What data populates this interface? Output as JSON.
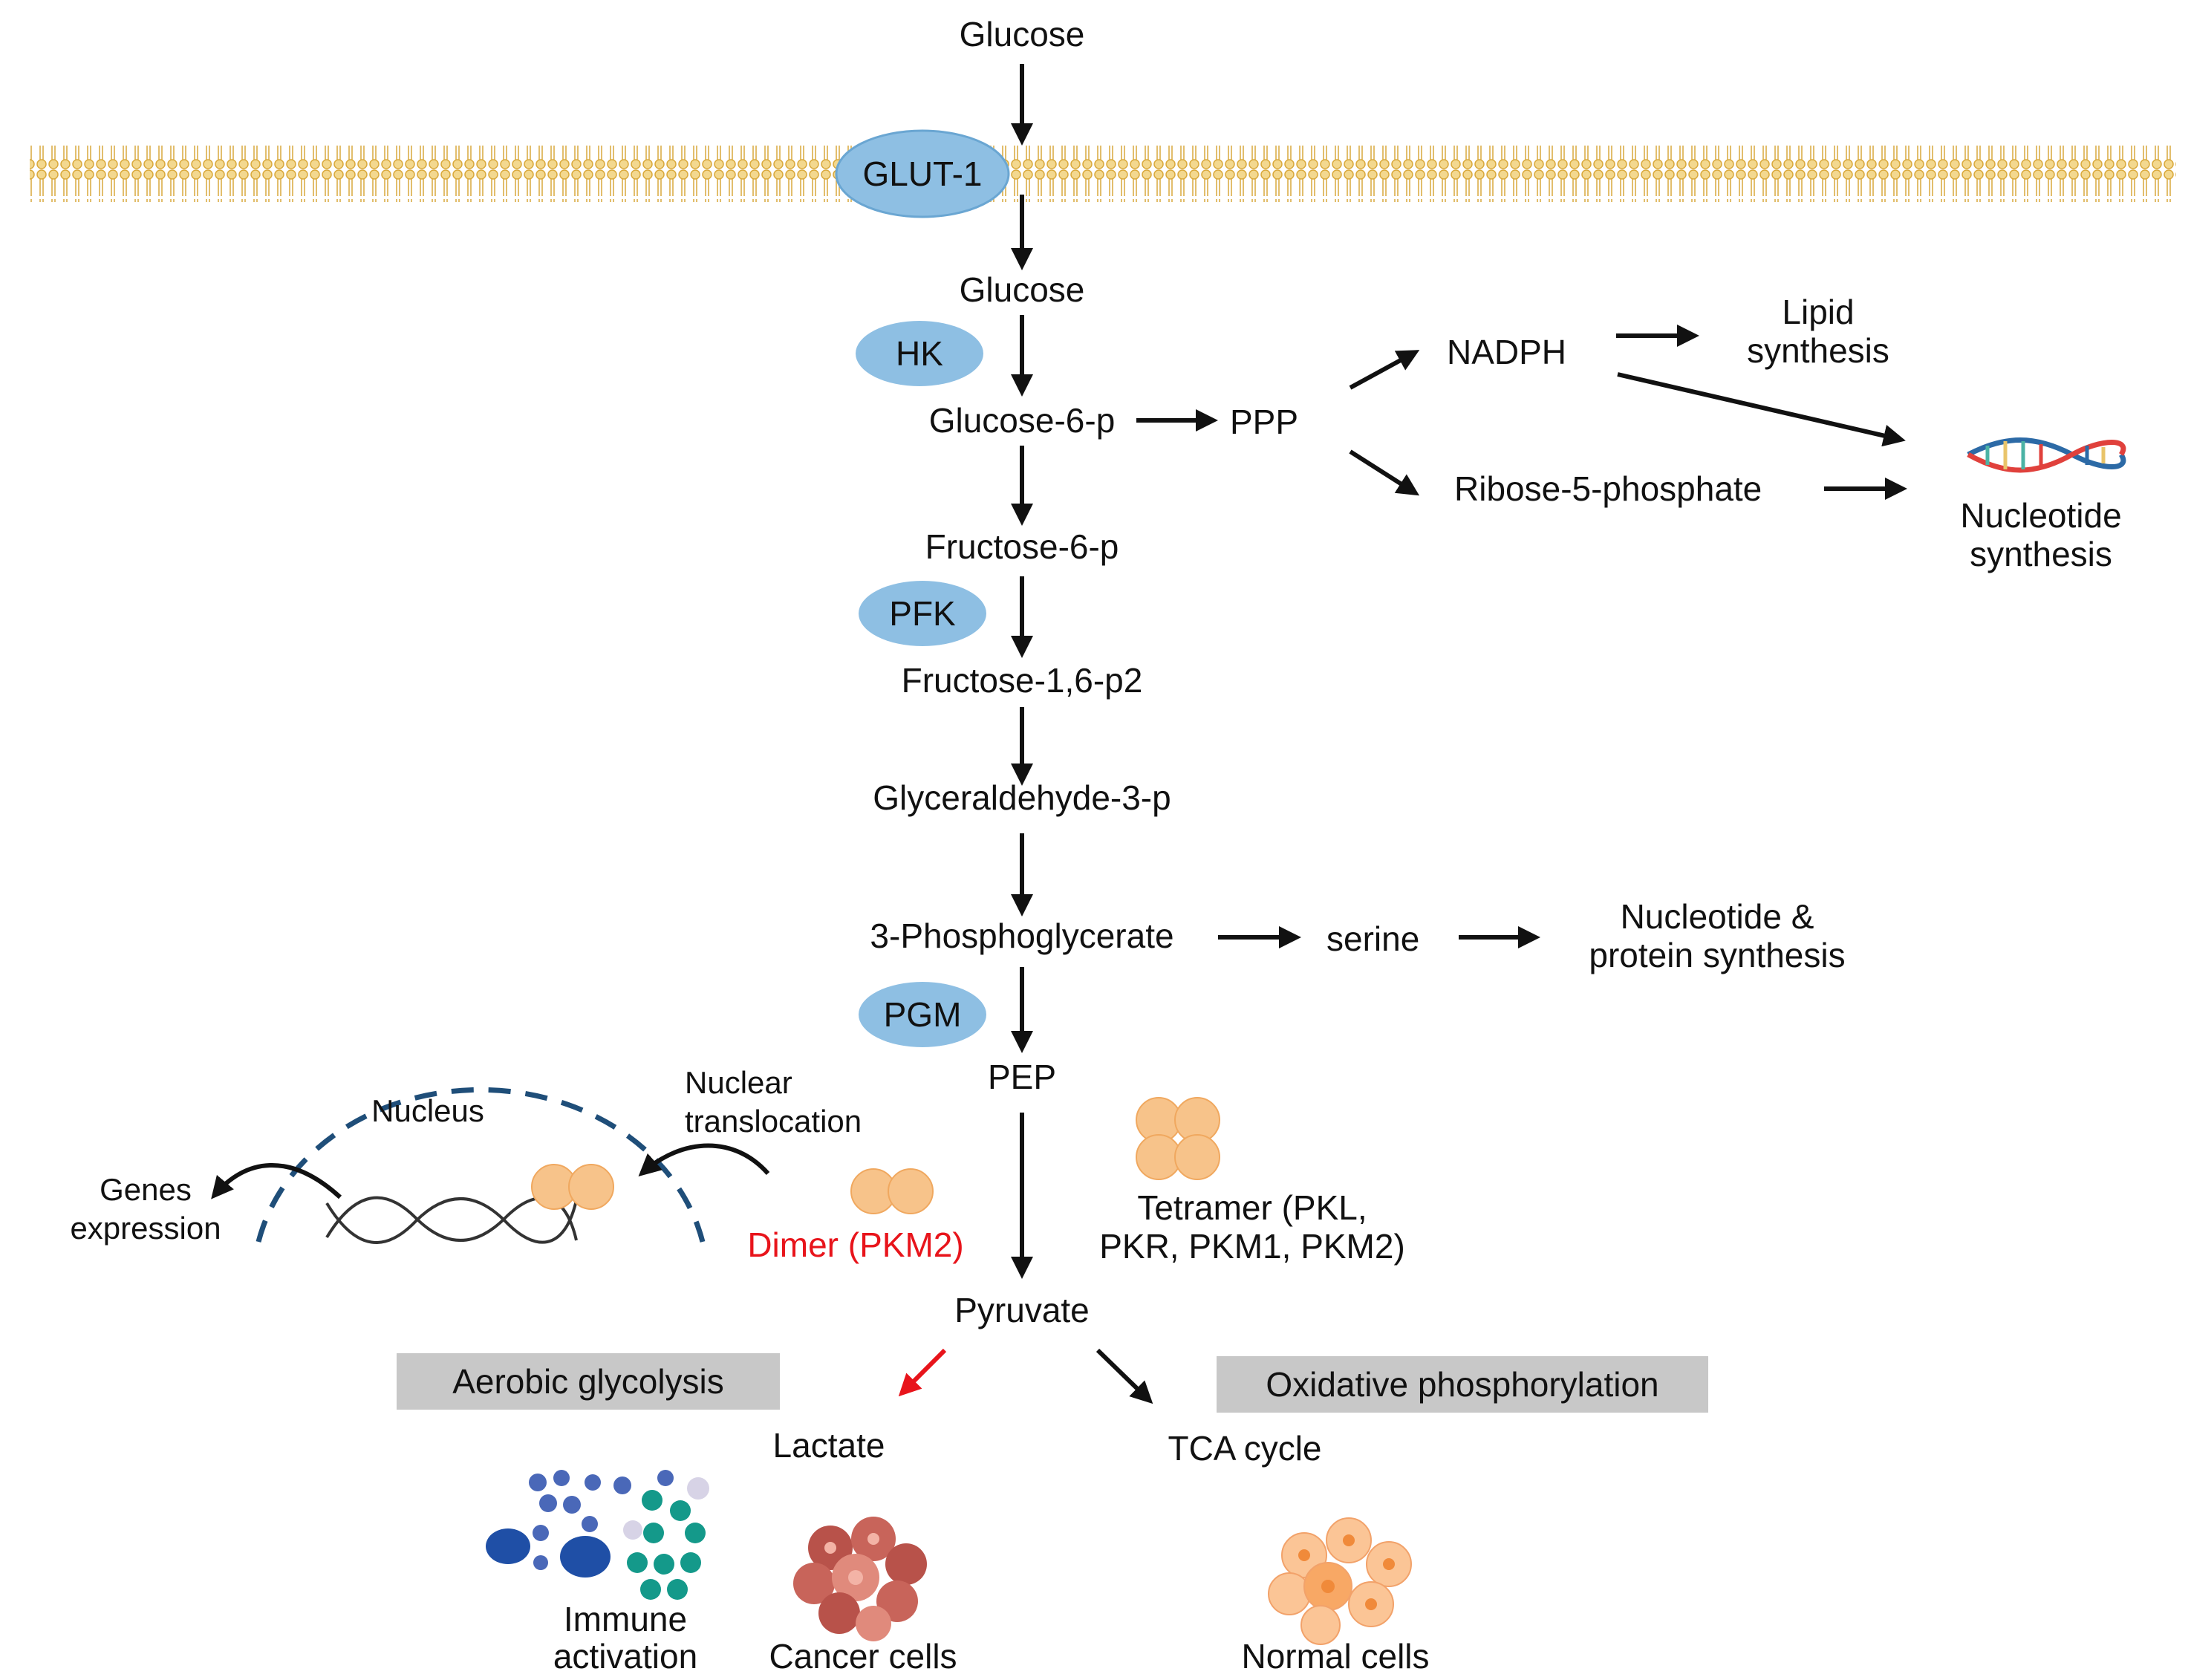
{
  "metabolites": {
    "glucose_out": "Glucose",
    "glucose_in": "Glucose",
    "g6p": "Glucose-6-p",
    "f6p": "Fructose-6-p",
    "f16p2": "Fructose-1,6-p2",
    "g3p": "Glyceraldehyde-3-p",
    "pg3": "3-Phosphoglycerate",
    "pep": "PEP",
    "pyruvate": "Pyruvate",
    "lactate": "Lactate",
    "tca": "TCA cycle"
  },
  "enzymes": {
    "glut1": "GLUT-1",
    "hk": "HK",
    "pfk": "PFK",
    "pgm": "PGM"
  },
  "ppp": {
    "ppp": "PPP",
    "nadph": "NADPH",
    "lipid_line1": "Lipid",
    "lipid_line2": "synthesis",
    "r5p": "Ribose-5-phosphate",
    "nuc_line1": "Nucleotide",
    "nuc_line2": "synthesis"
  },
  "serine": {
    "serine": "serine",
    "out_line1": "Nucleotide &",
    "out_line2": "protein synthesis"
  },
  "pkm2": {
    "nucleus": "Nucleus",
    "translocation_line1": "Nuclear",
    "translocation_line2": "translocation",
    "genes_line1": "Genes",
    "genes_line2": "expression",
    "dimer": "Dimer (PKM2)",
    "tetramer_line1": "Tetramer (PKL,",
    "tetramer_line2": "PKR, PKM1, PKM2)"
  },
  "outcomes": {
    "aerobic": "Aerobic glycolysis",
    "oxphos": "Oxidative phosphorylation",
    "immune_line1": "Immune",
    "immune_line2": "activation",
    "cancer": "Cancer cells",
    "normal": "Normal cells"
  },
  "colors": {
    "enzyme_fill": "#8ebfe3",
    "membrane": "#e9c46a",
    "pk_subunit": "#f7c38a",
    "highlight_red": "#e8141b",
    "nucleus_dash": "#1f4e79",
    "box_gray": "#c8c8c8"
  }
}
